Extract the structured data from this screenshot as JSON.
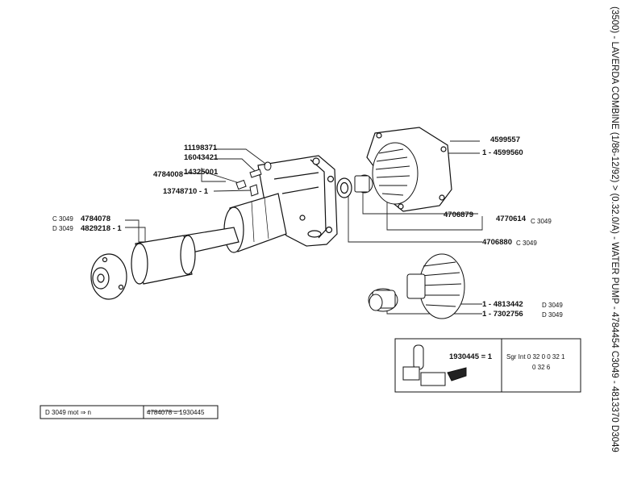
{
  "side_title": "(3500) - LAVERDA COMBINE (1/86-12/92) > (0.32.0/A) - WATER PUMP - 4784454 C3049 - 4813370 D3049",
  "callouts": {
    "c11198371": "11198371",
    "c16043421": "16043421",
    "c4784008": "4784008",
    "c14325001": "14325001",
    "c13748710": "13748710 - 1",
    "c4599557": "4599557",
    "c4599560": "1 - 4599560",
    "c4706879": "4706879",
    "c4770614": "4770614",
    "c4770614_var": "C 3049",
    "c4706880": "4706880",
    "c4706880_var": "C 3049",
    "c4784078_var": "C 3049",
    "c4784078": "4784078",
    "c4829218_var": "D 3049",
    "c4829218": "4829218 - 1",
    "c4813442": "1 - 4813442",
    "c4813442_var": "D 3049",
    "c7302756": "1 - 7302756",
    "c7302756_var": "D 3049"
  },
  "kit_box": {
    "part": "1930445 = 1",
    "line1": "Sgr Int 0 32 0   0 32 1",
    "line2": "0 32 6"
  },
  "note_bar": {
    "left": "D 3049  mot  ⇒ n",
    "right": "4784078 = 1930445"
  }
}
